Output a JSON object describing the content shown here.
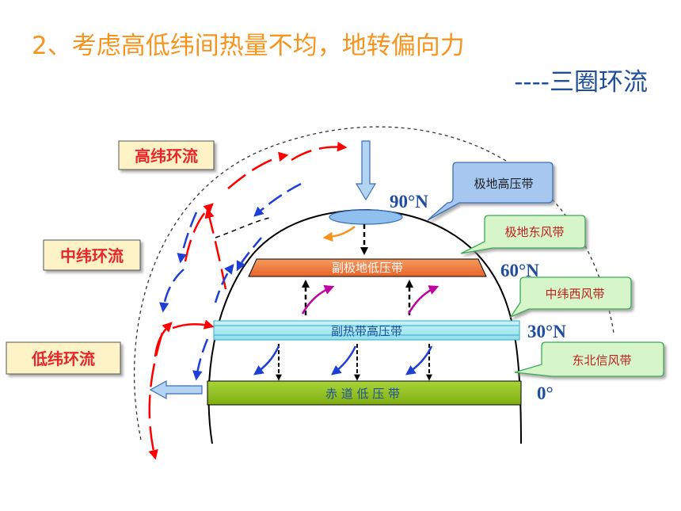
{
  "title": {
    "line1": "2、考虑高低纬间热量不均，地转偏向力",
    "line2": "----三圈环流"
  },
  "cells": {
    "high": "高纬环流",
    "mid": "中纬环流",
    "low": "低纬环流"
  },
  "belts": {
    "subpolar_low": "副极地低压带",
    "subtropical_high": "副热带高压带",
    "equatorial_low": "赤 道 低 压 带"
  },
  "latitudes": {
    "lat90": "90°N",
    "lat60": "60°N",
    "lat30": "30°N",
    "lat0": "0°"
  },
  "callouts": {
    "polar_high": "极地高压带",
    "polar_easterlies": "极地东风带",
    "westerlies": "中纬西风带",
    "ne_trades": "东北信风带"
  },
  "colors": {
    "title1": "#f7941d",
    "title2": "#1f4e9c",
    "red_arrow": "#ff0000",
    "blue_arrow": "#1e3fd6",
    "orange_arrow": "#f7941d",
    "magenta_arrow": "#c000a0",
    "subpolar_band": "#f07a3c",
    "subtropical_band": "#a8ecf5",
    "equatorial_band": "#93c41a",
    "callout_blue": "#a6c8f0",
    "callout_green": "#d6f5c8"
  }
}
